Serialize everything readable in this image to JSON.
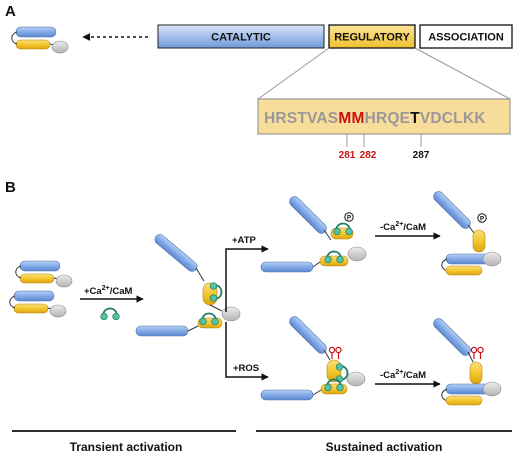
{
  "panels": {
    "a": "A",
    "b": "B"
  },
  "domains": {
    "catalytic": "CATALYTIC",
    "regulatory": "REGULATORY",
    "association": "ASSOCIATION"
  },
  "sequence": {
    "part1": "HRSTVAS",
    "part2": "MM",
    "part3": "HRQE",
    "part4": "T",
    "part5": "VDCLKK"
  },
  "positions": {
    "m281": "281",
    "m282": "282",
    "t287": "287"
  },
  "steps": {
    "ca_cam": "+Ca",
    "ca_cam_sup": "2+",
    "ca_cam_tail": "/CaM",
    "atp": "+ATP",
    "ros": "+ROS",
    "remove1": "-Ca",
    "remove1_sup": "2+",
    "remove1_tail": "/CaM",
    "remove2": "-Ca",
    "remove2_sup": "2+",
    "remove2_tail": "/CaM"
  },
  "phases": {
    "transient": "Transient activation",
    "sustained": "Sustained activation"
  },
  "colors": {
    "catalytic_blue": "#7ea7e6",
    "regulatory_yellow": "#f3c32a",
    "sequence_box": "#f8dc9a",
    "sequence_grey": "#999999",
    "oxidation_red": "#cc1111",
    "cam_green": "#3aa88c"
  },
  "glyphs": {
    "phospho": "P"
  }
}
